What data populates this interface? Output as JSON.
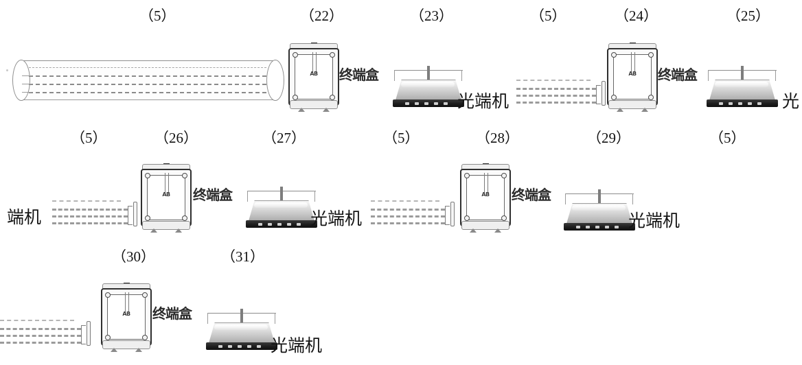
{
  "diagram": {
    "title": "Optical fiber distribution schematic",
    "background_color": "#ffffff",
    "ink_color": "#1a1a1a"
  },
  "labels": {
    "terminal_box": "终端盒",
    "optical_terminal": "光端机",
    "optical_terminal_head": "光",
    "optical_terminal_tail": "端机",
    "box_code": "AB"
  },
  "rows": [
    {
      "row_id": "row-1",
      "refs": [
        {
          "text": "（5）",
          "number": "5"
        },
        {
          "text": "（22）",
          "number": "22"
        },
        {
          "text": "（23）",
          "number": "23"
        },
        {
          "text": "（5）",
          "number": "5"
        },
        {
          "text": "（24）",
          "number": "24"
        },
        {
          "text": "（25）",
          "number": "25"
        }
      ],
      "items": [
        {
          "kind": "conduit",
          "ref": "5"
        },
        {
          "kind": "terminal-box",
          "ref": "22",
          "label": "终端盒"
        },
        {
          "kind": "optical-terminal",
          "ref": "23",
          "label": "光端机"
        },
        {
          "kind": "fiber-cable",
          "ref": "5"
        },
        {
          "kind": "terminal-box",
          "ref": "24",
          "label": "终端盒"
        },
        {
          "kind": "optical-terminal",
          "ref": "25",
          "label": "光"
        }
      ]
    },
    {
      "row_id": "row-2",
      "refs": [
        {
          "text": "（5）",
          "number": "5"
        },
        {
          "text": "（26）",
          "number": "26"
        },
        {
          "text": "（27）",
          "number": "27"
        },
        {
          "text": "（5）",
          "number": "5"
        },
        {
          "text": "（28）",
          "number": "28"
        },
        {
          "text": "（29）",
          "number": "29"
        },
        {
          "text": "（5）",
          "number": "5"
        }
      ],
      "items": [
        {
          "kind": "optical-terminal-continuation",
          "label": "端机"
        },
        {
          "kind": "fiber-cable",
          "ref": "5"
        },
        {
          "kind": "terminal-box",
          "ref": "26",
          "label": "终端盒"
        },
        {
          "kind": "optical-terminal",
          "ref": "27",
          "label": "光端机"
        },
        {
          "kind": "fiber-cable",
          "ref": "5"
        },
        {
          "kind": "terminal-box",
          "ref": "28",
          "label": "终端盒"
        },
        {
          "kind": "optical-terminal",
          "ref": "29",
          "label": "光端机"
        }
      ]
    },
    {
      "row_id": "row-3",
      "refs": [
        {
          "text": "（30）",
          "number": "30"
        },
        {
          "text": "（31）",
          "number": "31"
        }
      ],
      "items": [
        {
          "kind": "fiber-cable"
        },
        {
          "kind": "terminal-box",
          "ref": "30",
          "label": "终端盒"
        },
        {
          "kind": "optical-terminal",
          "ref": "31",
          "label": "光端机"
        }
      ]
    }
  ],
  "ref_text": {
    "r1_c1": "（5）",
    "r1_c2": "（22）",
    "r1_c3": "（23）",
    "r1_c4": "（5）",
    "r1_c5": "（24）",
    "r1_c6": "（25）",
    "r2_c1": "（5）",
    "r2_c2": "（26）",
    "r2_c3": "（27）",
    "r2_c4": "（5）",
    "r2_c5": "（28）",
    "r2_c6": "（29）",
    "r2_c7": "（5）",
    "r3_c1": "（30）",
    "r3_c2": "（31）"
  },
  "text_nodes": {
    "r1_tb22": "终端盒",
    "r1_otm23": "光端机",
    "r1_tb24": "终端盒",
    "r1_otm25": "光",
    "r2_head": "端机",
    "r2_tb26": "终端盒",
    "r2_otm27": "光端机",
    "r2_tb28": "终端盒",
    "r2_otm29": "光端机",
    "r3_tb30": "终端盒",
    "r3_otm31": "光端机",
    "code_22": "AB",
    "code_24": "AB",
    "code_26": "AB",
    "code_28": "AB",
    "code_30": "AB"
  }
}
